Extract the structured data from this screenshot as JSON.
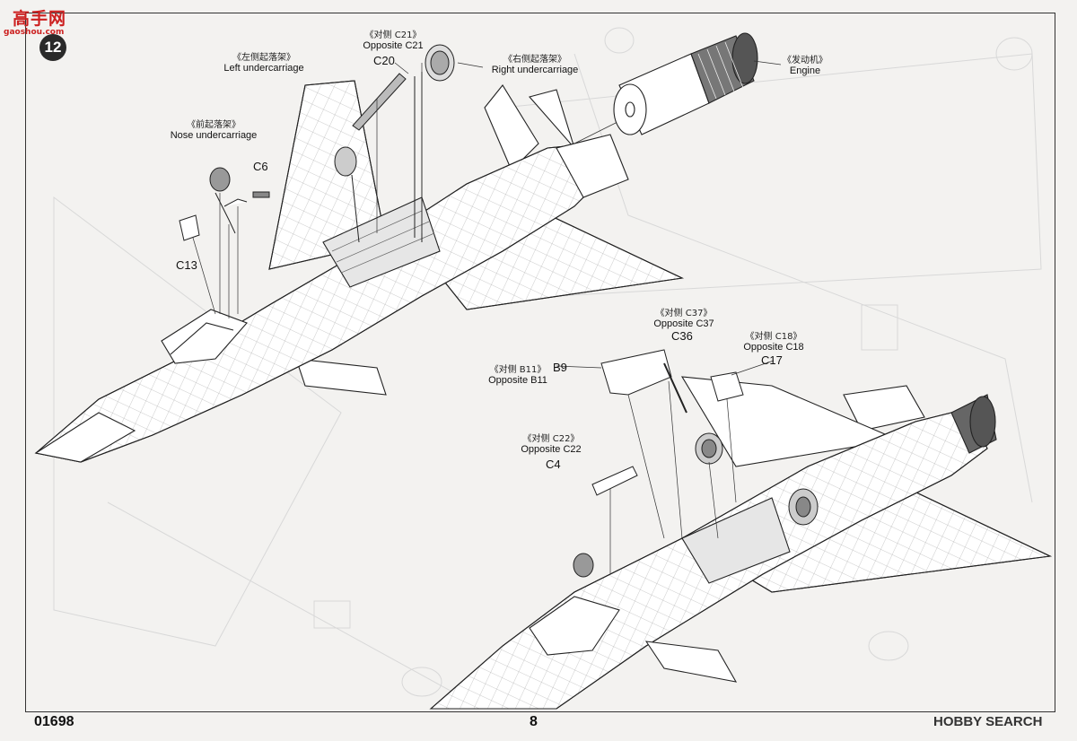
{
  "watermark": {
    "cn": "高手网",
    "en": "gaoshou.com"
  },
  "step_number": "12",
  "callouts": {
    "opposite_c21": {
      "cn": "《对侧 C21》",
      "en": "Opposite C21"
    },
    "left_undercarriage": {
      "cn": "《左侧起落架》",
      "en": "Left undercarriage"
    },
    "right_undercarriage": {
      "cn": "《右侧起落架》",
      "en": "Right undercarriage"
    },
    "nose_undercarriage": {
      "cn": "《前起落架》",
      "en": "Nose undercarriage"
    },
    "engine": {
      "cn": "《发动机》",
      "en": "Engine"
    },
    "opposite_c37": {
      "cn": "《对侧 C37》",
      "en": "Opposite C37"
    },
    "opposite_c18": {
      "cn": "《对侧 C18》",
      "en": "Opposite C18"
    },
    "opposite_b11": {
      "cn": "《对侧 B11》",
      "en": "Opposite B11"
    },
    "opposite_c22": {
      "cn": "《对侧 C22》",
      "en": "Opposite C22"
    }
  },
  "parts": {
    "c20": "C20",
    "c6": "C6",
    "c13": "C13",
    "c36": "C36",
    "c17": "C17",
    "b9": "B9",
    "c4": "C4"
  },
  "footer": {
    "product_code": "01698",
    "page_number": "8",
    "brand": "HOBBY SEARCH"
  }
}
